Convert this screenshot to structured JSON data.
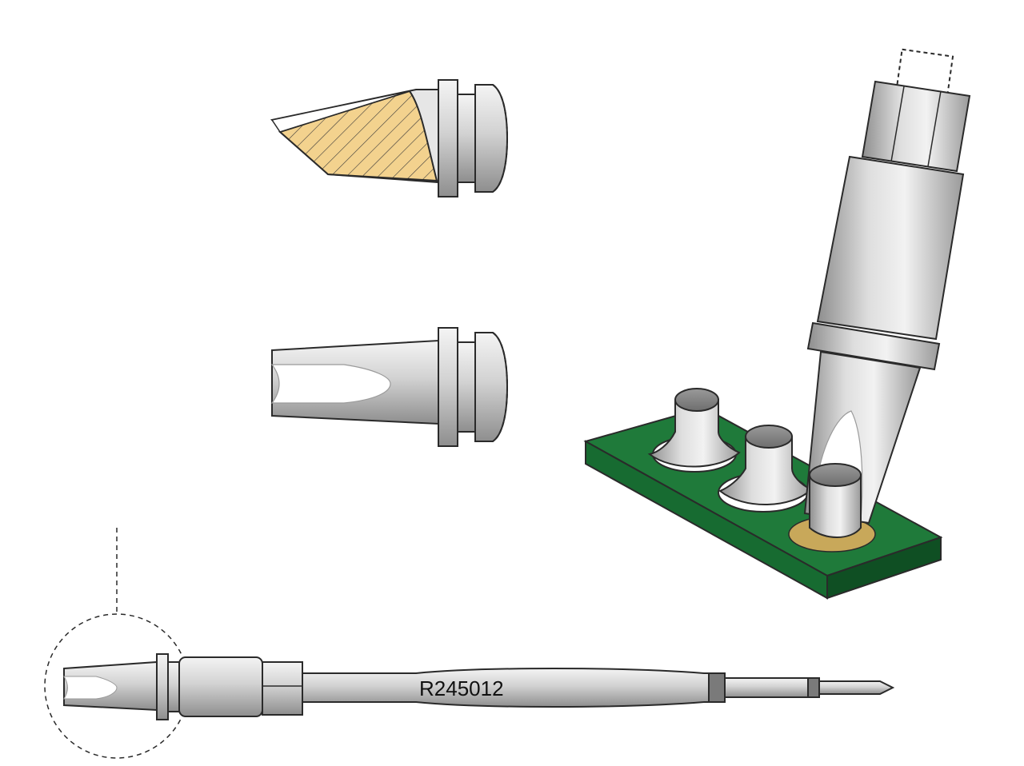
{
  "tip": {
    "part_number": "R245012"
  },
  "colors": {
    "metal_light": "#e8e8e8",
    "metal_mid": "#c4c4c4",
    "metal_dark": "#8c8c8c",
    "section_fill": "#f3d28e",
    "pcb_green": "#1f7a3a",
    "pcb_dark": "#145c2a",
    "pad_gold": "#c8a85a",
    "outline": "#2a2a2a"
  },
  "views": [
    "cross-section-view",
    "side-view",
    "in-use-view",
    "full-tip-view"
  ]
}
